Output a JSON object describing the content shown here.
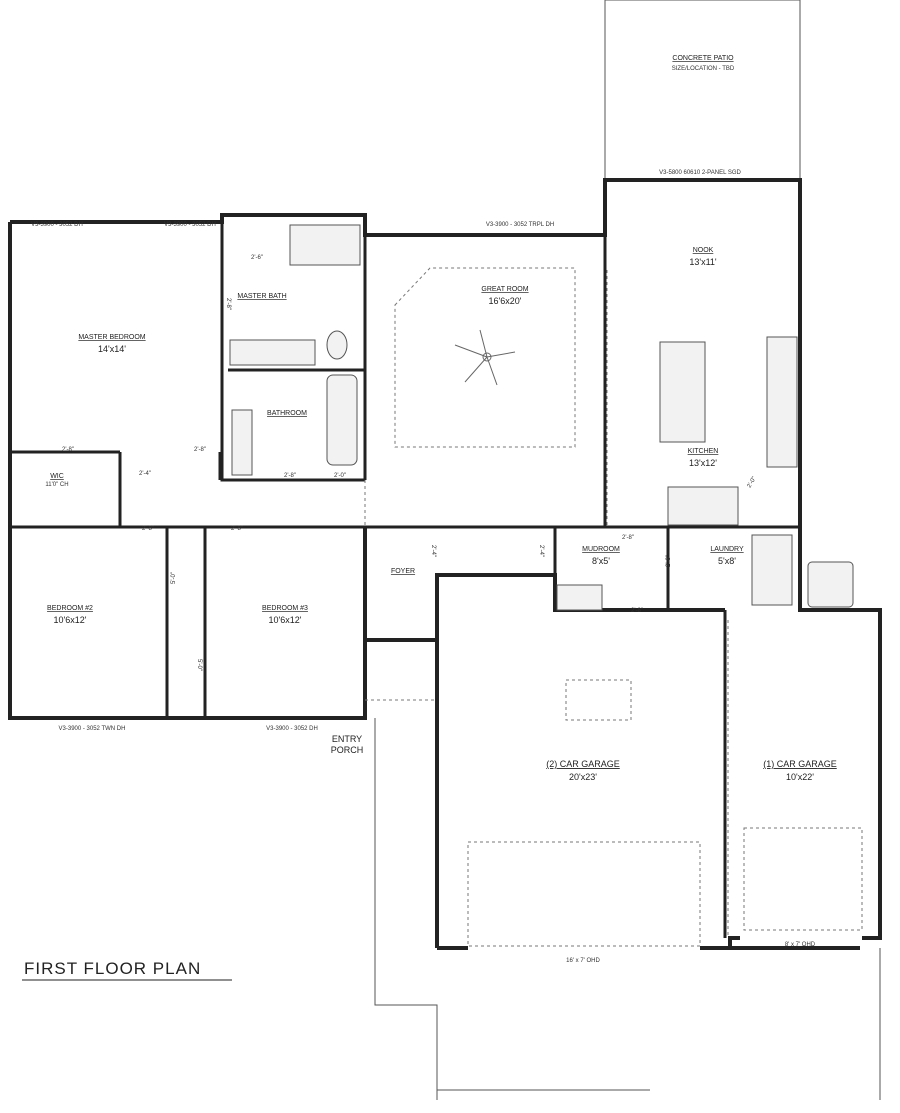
{
  "patio": {
    "label": "CONCRETE PATIO",
    "note": "SIZE/LOCATION - TBD"
  },
  "windows": {
    "mb_left": "V3-3900 - 3052 DH",
    "mb_right": "V3-3900 - 3052 DH",
    "great": "V3-3900 - 3052 TRPL DH",
    "sgd": "V3-5800 60610 2-PANEL SGD",
    "bed2": "V3-3900 - 3052 TWN DH",
    "bed3": "V3-3900 - 3052 DH"
  },
  "rooms": {
    "master_bedroom": {
      "name": "MASTER BEDROOM",
      "size": "14'x14'"
    },
    "master_bath": {
      "name": "MASTER BATH"
    },
    "bathroom": {
      "name": "BATHROOM"
    },
    "great_room": {
      "name": "GREAT ROOM",
      "size": "16'6x20'"
    },
    "nook": {
      "name": "NOOK",
      "size": "13'x11'"
    },
    "kitchen": {
      "name": "KITCHEN",
      "size": "13'x12'"
    },
    "wic": {
      "name": "WIC",
      "note": "11'0\" CH"
    },
    "bedroom2": {
      "name": "BEDROOM #2",
      "size": "10'6x12'"
    },
    "bedroom3": {
      "name": "BEDROOM #3",
      "size": "10'6x12'"
    },
    "foyer": {
      "name": "FOYER"
    },
    "mudroom": {
      "name": "MUDROOM",
      "size": "8'x5'"
    },
    "laundry": {
      "name": "LAUNDRY",
      "size": "5'x8'"
    },
    "entry_porch": {
      "name": "ENTRY",
      "name2": "PORCH"
    },
    "garage2": {
      "name": "(2) CAR GARAGE",
      "size": "20'x23'",
      "door": "16' x 7' OHD"
    },
    "garage1": {
      "name": "(1) CAR GARAGE",
      "size": "10'x22'",
      "door": "8' x 7' OHD"
    }
  },
  "doors": [
    "2'-6\"",
    "2'-8\"",
    "2'-8\"",
    "2'-8\"",
    "2'-4\"",
    "2'-8\"",
    "2'-0\"",
    "2'-8\"",
    "2'-8\"",
    "5'-0\"",
    "5'-0\"",
    "2'-4\"",
    "2'-4\"",
    "2'-8\"",
    "2'-8\"",
    "2'-8\"",
    "2'-0\""
  ],
  "title": "FIRST FLOOR PLAN"
}
